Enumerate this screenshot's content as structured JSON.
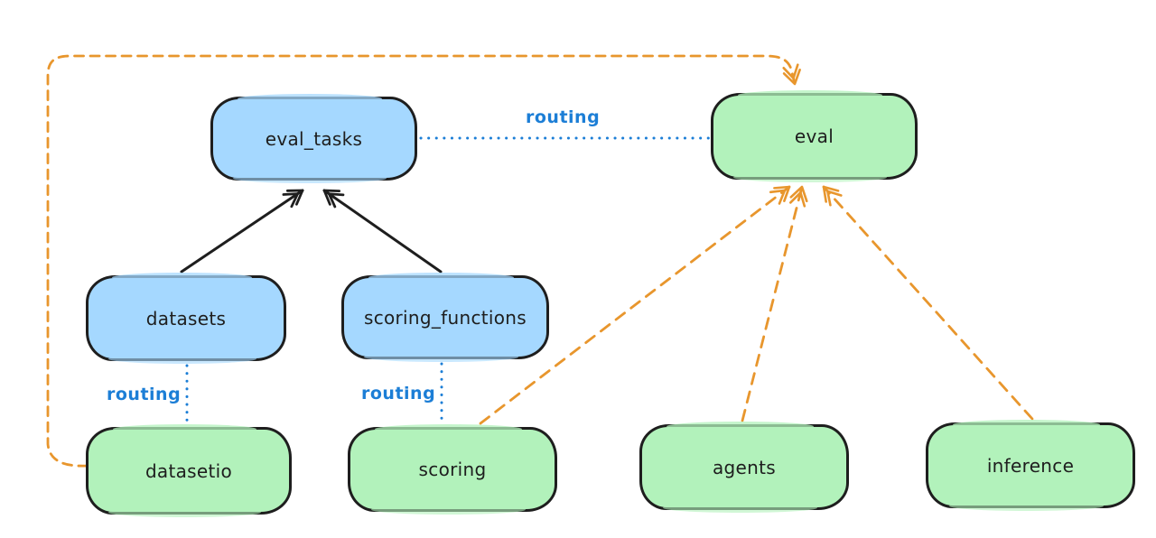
{
  "diagram": {
    "canvas_background": "#ffffff",
    "nodes": [
      {
        "id": "eval_tasks",
        "label": "eval_tasks",
        "fill": "#a5d8ff"
      },
      {
        "id": "eval",
        "label": "eval",
        "fill": "#b2f2bb"
      },
      {
        "id": "datasets",
        "label": "datasets",
        "fill": "#a5d8ff"
      },
      {
        "id": "scoring_functions",
        "label": "scoring_functions",
        "fill": "#a5d8ff"
      },
      {
        "id": "datasetio",
        "label": "datasetio",
        "fill": "#b2f2bb"
      },
      {
        "id": "scoring",
        "label": "scoring",
        "fill": "#b2f2bb"
      },
      {
        "id": "agents",
        "label": "agents",
        "fill": "#b2f2bb"
      },
      {
        "id": "inference",
        "label": "inference",
        "fill": "#b2f2bb"
      }
    ],
    "edges": [
      {
        "from": "datasets",
        "to": "eval_tasks",
        "style": "solid-arrow",
        "color": "#1e1e1e"
      },
      {
        "from": "scoring_functions",
        "to": "eval_tasks",
        "style": "solid-arrow",
        "color": "#1e1e1e"
      },
      {
        "from": "eval_tasks",
        "to": "eval",
        "style": "dotted",
        "label": "routing",
        "color": "#1c7ed6"
      },
      {
        "from": "datasets",
        "to": "datasetio",
        "style": "dotted",
        "label": "routing",
        "color": "#1c7ed6"
      },
      {
        "from": "scoring_functions",
        "to": "scoring",
        "style": "dotted",
        "label": "routing",
        "color": "#1c7ed6"
      },
      {
        "from": "datasetio",
        "to": "eval",
        "style": "dashed-arrow",
        "color": "#e8962d"
      },
      {
        "from": "scoring",
        "to": "eval",
        "style": "dashed-arrow",
        "color": "#e8962d"
      },
      {
        "from": "agents",
        "to": "eval",
        "style": "dashed-arrow",
        "color": "#e8962d"
      },
      {
        "from": "inference",
        "to": "eval",
        "style": "dashed-arrow",
        "color": "#e8962d"
      }
    ],
    "colors": {
      "blue_fill": "#a5d8ff",
      "green_fill": "#b2f2bb",
      "stroke": "#1e1e1e",
      "routing_blue": "#1c7ed6",
      "orange": "#e8962d"
    }
  }
}
